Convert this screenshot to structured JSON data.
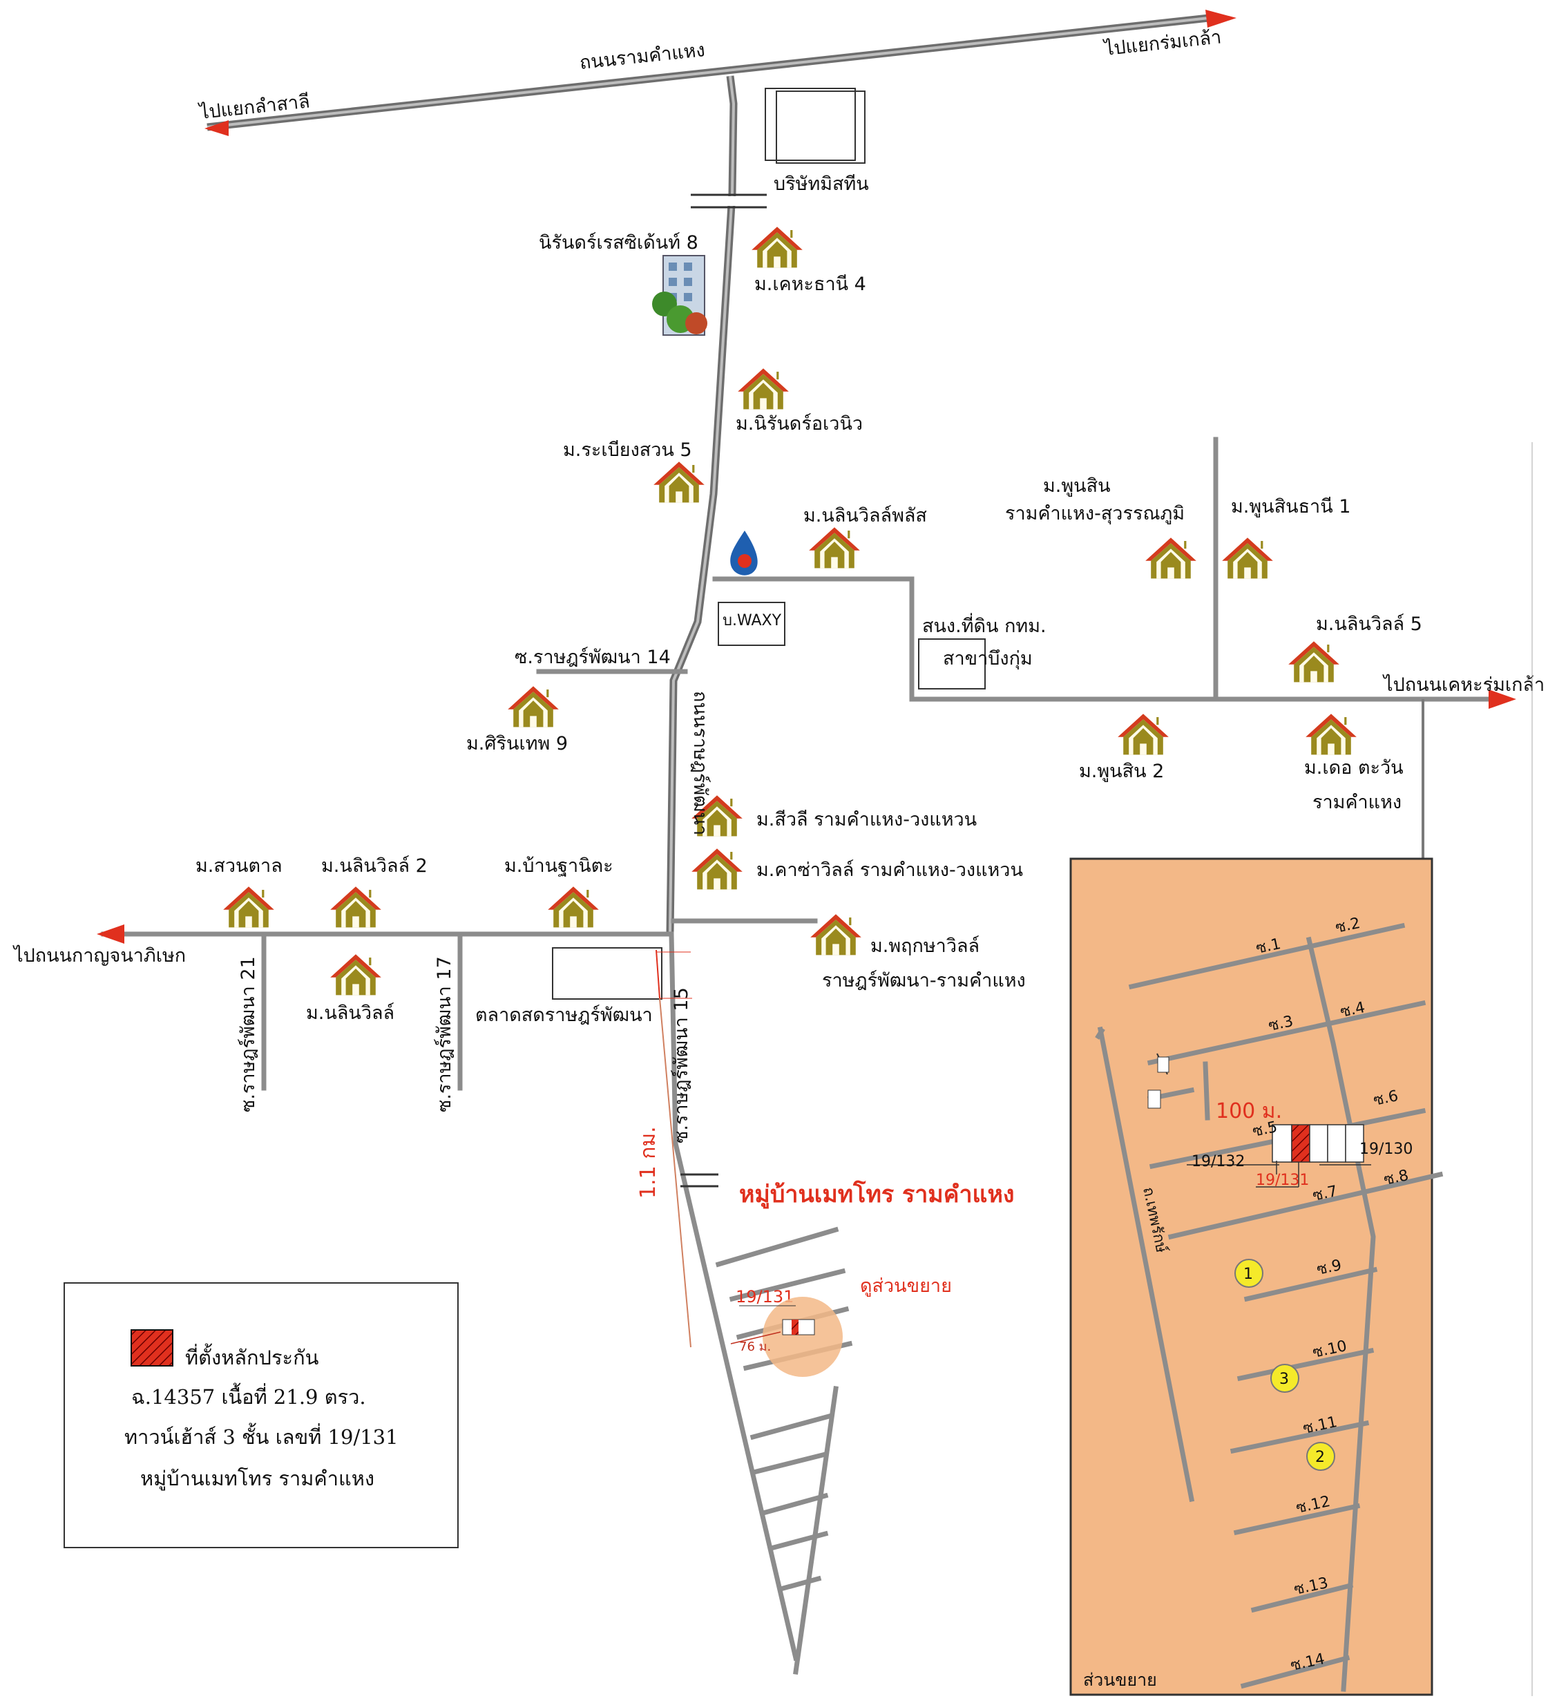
{
  "roads": {
    "ramkhamhaeng": "ถนนรามคำแหง",
    "to_lam_sali": "ไปแยกลำสาลี",
    "to_rom_klao": "ไปแยกร่มเกล้า",
    "to_kanchanaphisek": "ไปถนนกาญจนาภิเษก",
    "to_kheha_rom_klao": "ไปถนนเคหะร่มเกล้า",
    "ratpattana_road": "ถนนราษฎร์พัฒนา",
    "soi_14": "ซ.ราษฎร์พัฒนา 14",
    "soi_21": "ซ.ราษฎร์พัฒนา 21",
    "soi_17": "ซ.ราษฎร์พัฒนา 17",
    "soi_15": "ซ.ราษฎร์พัฒนา 15"
  },
  "places": {
    "mistine": "บริษัทมิสทีน",
    "nirun_residence": "นิรันดร์เรสซิเด้นท์ 8",
    "kheha_thani": "ม.เคหะธานี 4",
    "nirun_avenue": "ม.นิรันดร์อเวนิว",
    "rabiang_suan": "ม.ระเบียงสวน 5",
    "nalin_plus": "ม.นลินวิลล์พลัส",
    "waxy": "บ.WAXY",
    "land_office_1": "สนง.ที่ดิน กทม.",
    "land_office_2": "สาขาบึงกุ่ม",
    "phunsin_1": "ม.พูนสิน",
    "phunsin_2": "รามคำแหง-สุวรรณภูมิ",
    "phunsin_thani": "ม.พูนสินธานี 1",
    "nalin_5": "ม.นลินวิลล์ 5",
    "sirin_thep": "ม.ศิรินเทพ 9",
    "phunsin_2b": "ม.พูนสิน 2",
    "the_tawan_1": "ม.เดอ ตะวัน",
    "the_tawan_2": "รามคำแหง",
    "siwali": "ม.สีวลี รามคำแหง-วงแหวน",
    "casa_ville": "ม.คาซ่าวิลล์ รามคำแหง-วงแหวน",
    "suan_tan": "ม.สวนตาล",
    "nalin_2": "ม.นลินวิลล์ 2",
    "ban_thanita": "ม.บ้านฐานิตะ",
    "nalin": "ม.นลินวิลล์",
    "market": "ตลาดสดราษฎร์พัฒนา",
    "pruksa_1": "ม.พฤกษาวิลล์",
    "pruksa_2": "ราษฎร์พัฒนา-รามคำแหง",
    "metho": "หมู่บ้านเมทโทร รามคำแหง",
    "zoom_hint": "ดูส่วนขยาย",
    "unit": "19/131"
  },
  "distances": {
    "main": "1.1 กม.",
    "local": "76 ม.",
    "inset": "100 ม."
  },
  "legend": {
    "title": "ที่ตั้งหลักประกัน",
    "line1": "ฉ.14357 เนื้อที่ 21.9 ตรว.",
    "line2": "ทาวน์เฮ้าส์ 3 ชั้น  เลขที่ 19/131",
    "line3": "หมู่บ้านเมทโทร รามคำแหง"
  },
  "inset": {
    "title": "ส่วนขยาย",
    "lots": [
      "19/132",
      "19/131",
      "19/130"
    ],
    "sois": [
      "ซ.1",
      "ซ.2",
      "ซ.3",
      "ซ.4",
      "ซ.5",
      "ซ.6",
      "ซ.7",
      "ซ.8",
      "ซ.9",
      "ซ.10",
      "ซ.11",
      "ซ.12",
      "ซ.13",
      "ซ.14"
    ],
    "markers": [
      "1",
      "3",
      "2"
    ],
    "side_road": "ถ.เทพรักษ์"
  },
  "colors": {
    "accent_red": "#e0301e",
    "inset_bg": "#f3b887",
    "house_fill": "#9a8a1e",
    "house_roof": "#d43b1e",
    "marker_yellow": "#f5ea2a"
  }
}
